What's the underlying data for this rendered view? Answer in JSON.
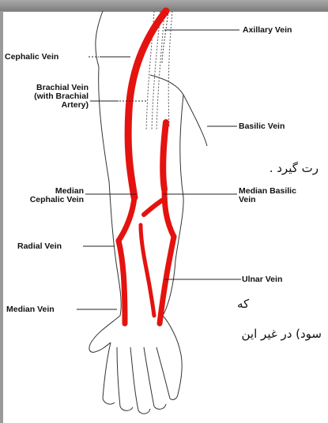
{
  "labels": {
    "axillary": "Axillary Vein",
    "cephalic": "Cephalic Vein",
    "brachial_1": "Brachial Vein",
    "brachial_2": "(with Brachial",
    "brachial_3": "Artery)",
    "basilic": "Basilic Vein",
    "median_cephalic_1": "Median",
    "median_cephalic_2": "Cephalic Vein",
    "median_basilic_1": "Median Basilic",
    "median_basilic_2": "Vein",
    "radial": "Radial Vein",
    "ulnar": "Ulnar Vein",
    "median": "Median Vein"
  },
  "background_text": {
    "line1": "رت گیرد .",
    "line2": "که",
    "line3": "سود) در غیر این"
  },
  "colors": {
    "vein": "#e4130f",
    "outline": "#333333",
    "frame": "#8c8c8c"
  }
}
